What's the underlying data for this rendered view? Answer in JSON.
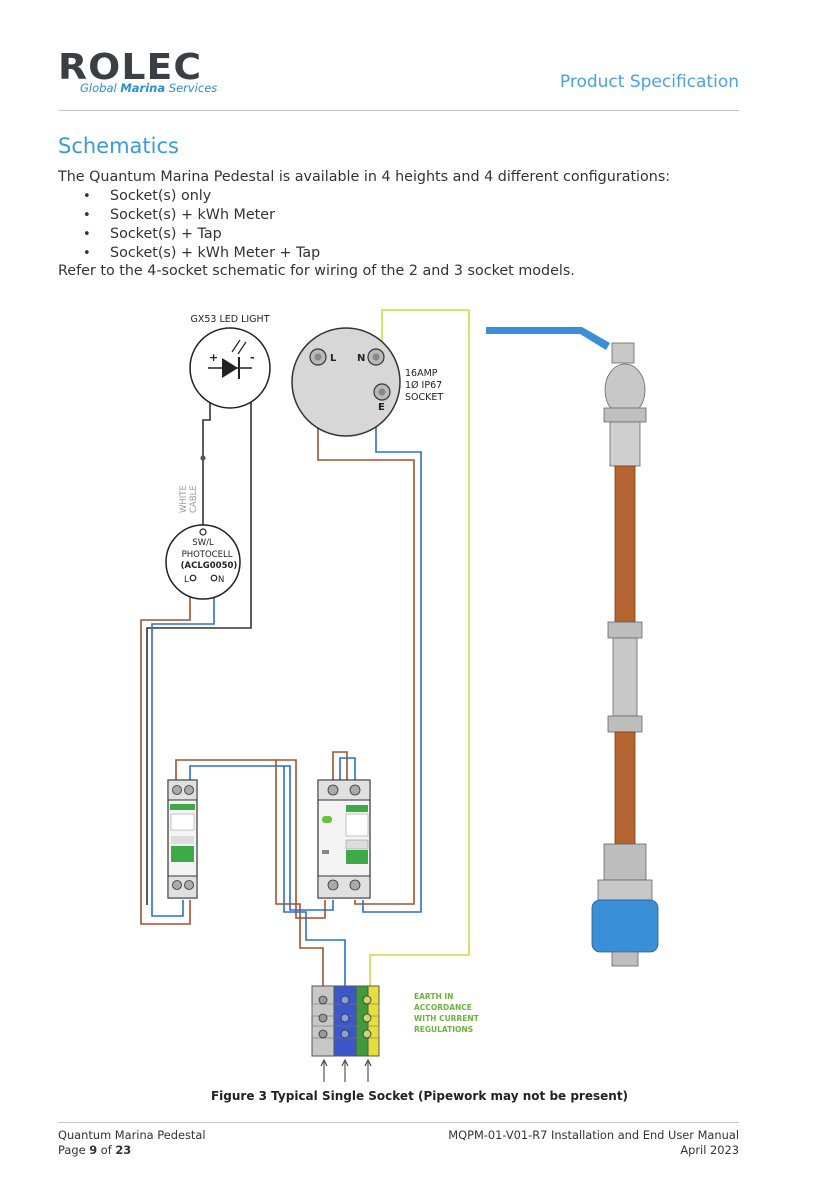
{
  "header": {
    "logo_word": "ROLEC",
    "logo_tagline_pre": "Global ",
    "logo_tagline_bold": "Marina",
    "logo_tagline_post": " Services",
    "title": "Product Specification"
  },
  "section": {
    "title": "Schematics",
    "intro": "The Quantum Marina Pedestal is available in 4 heights and 4 different configurations:",
    "bullets": [
      "Socket(s) only",
      "Socket(s) + kWh Meter",
      "Socket(s) + Tap",
      "Socket(s) + kWh Meter + Tap"
    ],
    "refer": "Refer to the 4-socket schematic for wiring of the 2 and 3 socket models."
  },
  "diagram": {
    "led_title": "GX53 LED LIGHT",
    "led_plus": "+",
    "led_minus": "-",
    "white_cable_1": "WHITE",
    "white_cable_2": "CABLE",
    "photocell_swl": "SW/L",
    "photocell_name": "PHOTOCELL",
    "photocell_code": "(ACLG0050)",
    "photocell_l": "L",
    "photocell_n": "N",
    "socket_l": "L",
    "socket_n": "N",
    "socket_e": "E",
    "socket_label_1": "16AMP",
    "socket_label_2": "1Ø IP67",
    "socket_label_3": "SOCKET",
    "earth_1": "EARTH IN",
    "earth_2": "ACCORDANCE",
    "earth_3": "WITH CURRENT",
    "earth_4": "REGULATIONS",
    "colors": {
      "brown": "#a0522d",
      "blue": "#2a6fc9",
      "green_yellow": "#c7dd4a",
      "black": "#222222",
      "copper": "#b5652f",
      "tap_blue": "#3a8fd6"
    }
  },
  "caption": "Figure 3 Typical Single Socket (Pipework may not be present)",
  "footer": {
    "product": "Quantum Marina Pedestal",
    "page_prefix": "Page ",
    "page_num": "9",
    "page_of": " of ",
    "page_total": "23",
    "doc": "MQPM-01-V01-R7 Installation and End User Manual",
    "date": "April 2023"
  }
}
